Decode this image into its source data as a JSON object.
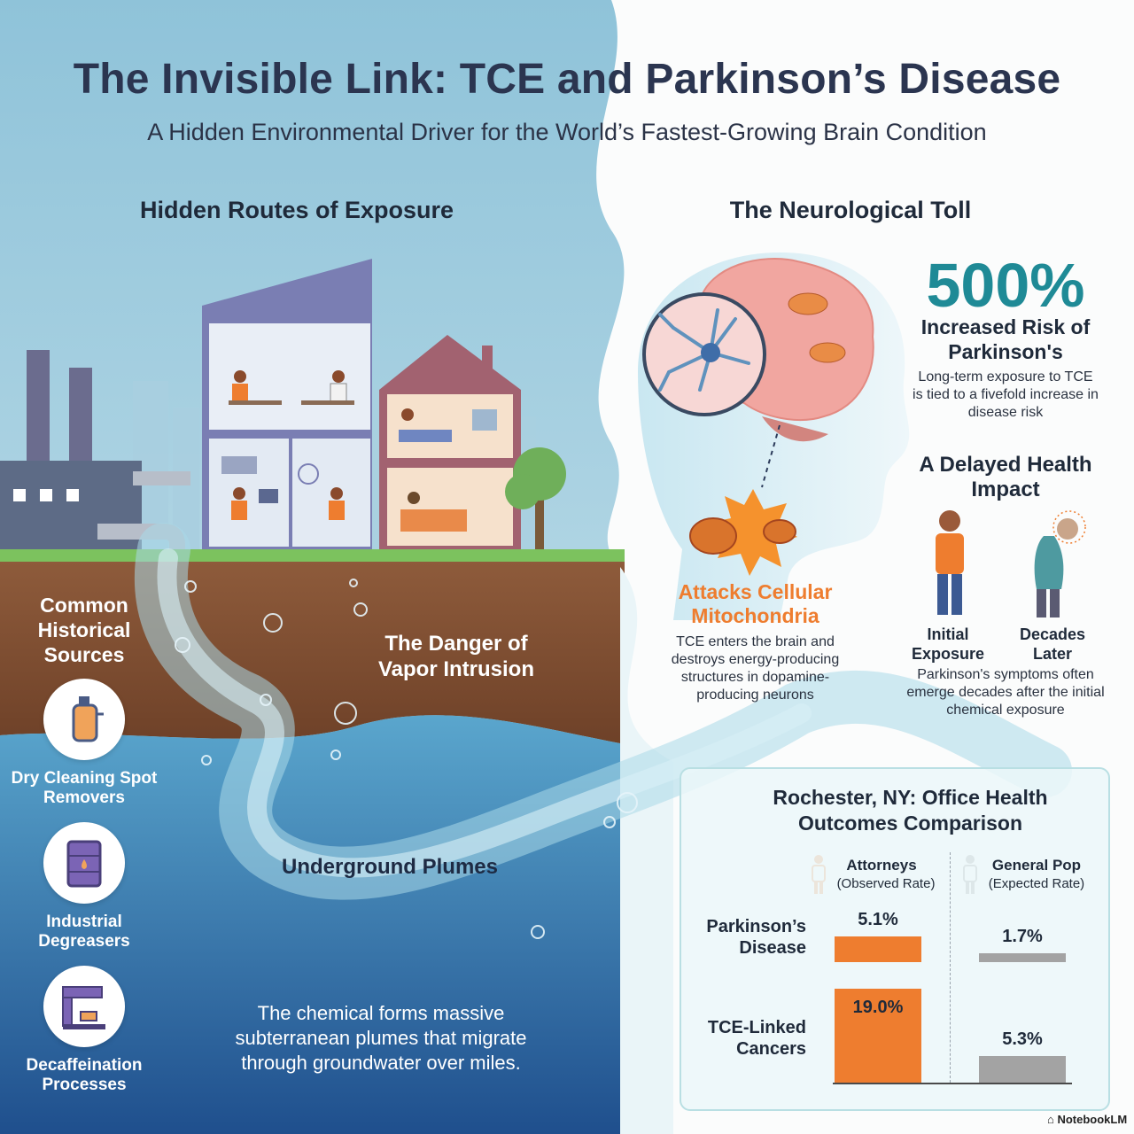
{
  "title": "The Invisible Link: TCE and Parkinson’s Disease",
  "subtitle": "A Hidden Environmental Driver for the World’s Fastest-Growing Brain Condition",
  "left": {
    "heading": "Hidden Routes of Exposure",
    "sources_heading": "Common Historical Sources",
    "sources": [
      {
        "label": "Dry Cleaning Spot Removers",
        "icon": "spray-bottle-icon"
      },
      {
        "label": "Industrial Degreasers",
        "icon": "oil-barrel-icon"
      },
      {
        "label": "Decaffeination Processes",
        "icon": "coffee-machine-icon"
      }
    ],
    "vapor_label": "The Danger of Vapor Intrusion",
    "plume_label": "Underground Plumes",
    "plume_desc": "The chemical forms massive subterranean plumes that migrate through groundwater over miles."
  },
  "right": {
    "heading": "The Neurological Toll",
    "stat_value": "500%",
    "stat_label": "Increased Risk of Parkinson's",
    "stat_desc": "Long-term exposure to TCE is tied to a fivefold increase in disease risk",
    "attack_label": "Attacks Cellular Mitochondria",
    "attack_desc": "TCE enters the brain and destroys energy-producing structures in dopamine-producing neurons",
    "delay_heading": "A Delayed Health Impact",
    "delay_initial": "Initial Exposure",
    "delay_later": "Decades Later",
    "delay_desc": "Parkinson's symptoms often emerge decades after the initial chemical exposure"
  },
  "chart_data": {
    "type": "bar",
    "title": "Rochester, NY: Office Health Outcomes Comparison",
    "series": [
      {
        "name": "Attorneys",
        "note": "(Observed Rate)",
        "color": "#ee7d2f",
        "values": [
          5.1,
          19.0
        ],
        "labels": [
          "5.1%",
          "19.0%"
        ]
      },
      {
        "name": "General Pop",
        "note": "(Expected Rate)",
        "color": "#a3a3a3",
        "values": [
          1.7,
          5.3
        ],
        "labels": [
          "1.7%",
          "5.3%"
        ]
      }
    ],
    "categories": [
      "Parkinson’s Disease",
      "TCE-Linked Cancers"
    ]
  },
  "footer": {
    "brand": "NotebookLM"
  },
  "colors": {
    "accent": "#1f8a96",
    "orange": "#ee7d2f",
    "gray": "#a3a3a3",
    "title": "#2b3550"
  }
}
